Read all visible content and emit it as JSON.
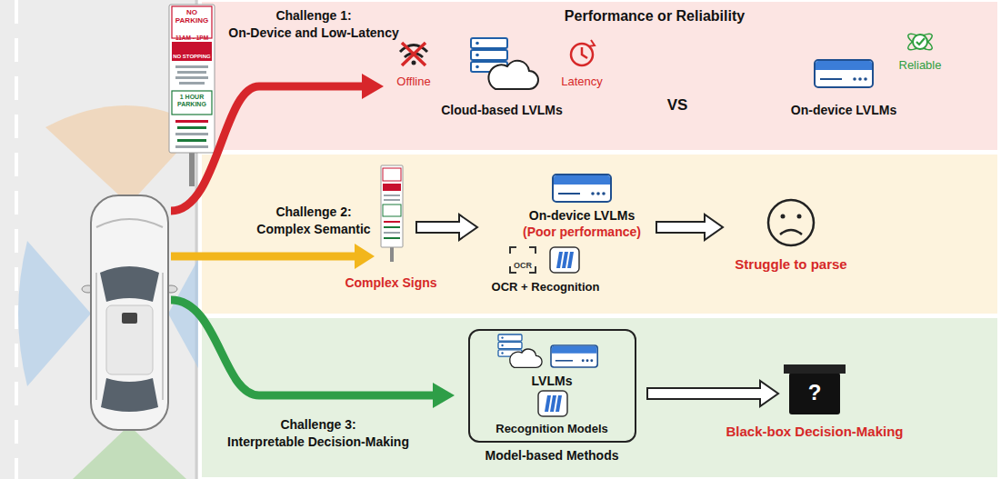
{
  "diagram": {
    "nodes": [
      {
        "text": [
          "Challenge 1:",
          "On-Device and Low-Latency",
          "Performance or Reliability",
          "Offline",
          "Latency",
          "Cloud-based LVLMs",
          "VS",
          "On-device LVLMs",
          "Reliable"
        ]
      },
      {
        "text": [
          "Challenge 2:",
          "Complex Semantic",
          "Complex Signs",
          "On-device LVLMs",
          "(Poor performance)",
          "OCR",
          "OCR + Recognition",
          "Struggle to parse"
        ]
      },
      {
        "text": [
          "Challenge 3:",
          "Interpretable Decision-Making"
        ]
      },
      {
        "text": [
          "LVLMs",
          "Recognition Models",
          "Model-based Methods"
        ],
        "in": 2
      },
      {
        "text": [
          "?",
          "Black-box Decision-Making"
        ],
        "in": 2
      }
    ],
    "edges": [
      {
        "from": 3,
        "to": 4,
        "arrow": "to"
      }
    ],
    "labels": [
      "NO PARKING",
      "11AM - 1PM",
      "NO STOPPING",
      "1 HOUR PARKING"
    ]
  }
}
